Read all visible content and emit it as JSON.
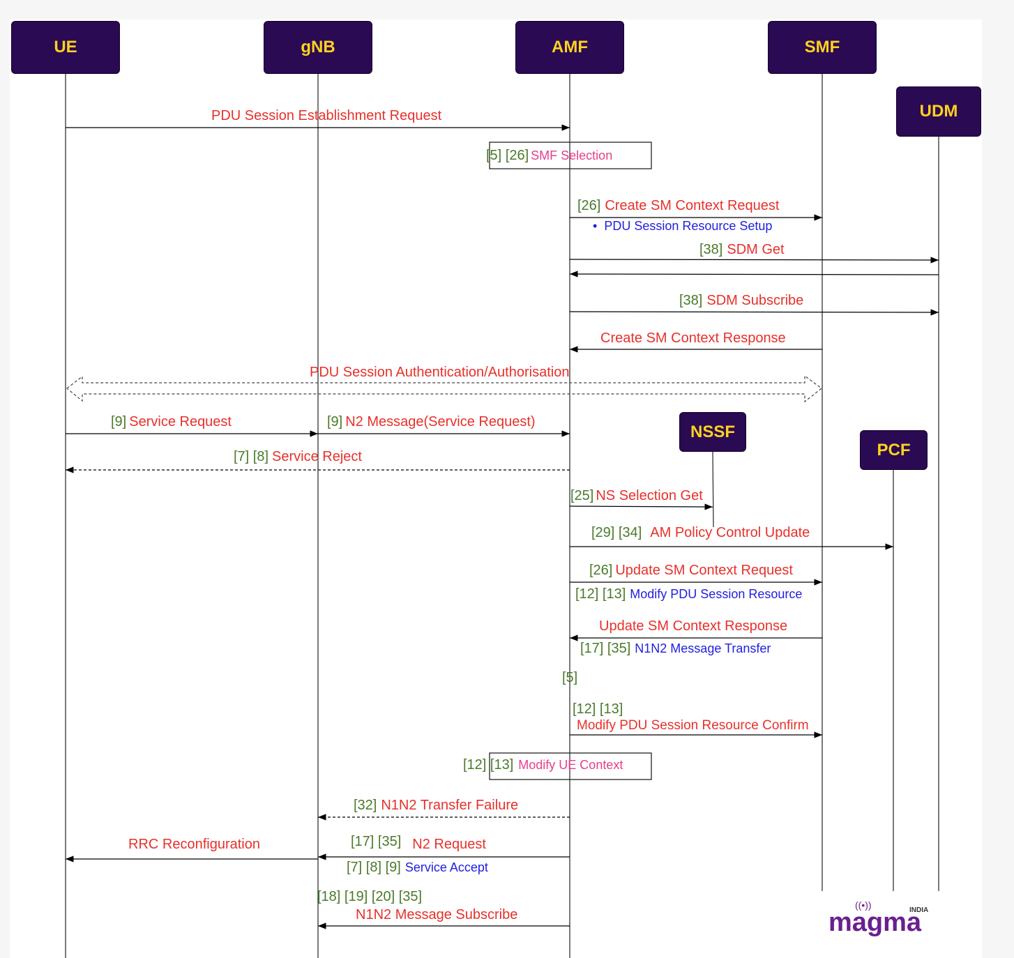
{
  "entities": {
    "ue": "UE",
    "gnb": "gNB",
    "amf": "AMF",
    "smf": "SMF",
    "udm": "UDM",
    "nssf": "NSSF",
    "pcf": "PCF"
  },
  "messages": {
    "pdu_est_req": "PDU Session Establishment Request",
    "smf_sel_nums": "[5] [26]",
    "smf_sel": "SMF Selection",
    "create_sm_nums": "[26]",
    "create_sm": "Create SM Context Request",
    "pdu_res_setup": "PDU Session Resource Setup",
    "sdm_get_nums": "[38]",
    "sdm_get": "SDM Get",
    "sdm_sub_nums": "[38]",
    "sdm_sub": "SDM Subscribe",
    "create_sm_resp": "Create SM Context Response",
    "pdu_auth": "PDU Session Authentication/Authorisation",
    "svc_req_nums": "[9]",
    "svc_req": "Service Request",
    "n2_msg_nums": "[9]",
    "n2_msg": "N2 Message(Service Request)",
    "svc_rej_nums": "[7] [8]",
    "svc_rej": "Service Reject",
    "ns_sel_nums": "[25]",
    "ns_sel": "NS Selection Get",
    "am_policy_nums": "[29] [34]",
    "am_policy": "AM Policy Control Update",
    "upd_sm_nums": "[26]",
    "upd_sm": "Update SM Context Request",
    "mod_pdu_nums": "[12] [13]",
    "mod_pdu": "Modify PDU Session Resource",
    "upd_sm_resp": "Update SM Context Response",
    "n1n2_nums": "[17] [35]",
    "n1n2": "N1N2 Message Transfer",
    "ref5": "[5]",
    "mod_confirm_nums": "[12] [13]",
    "mod_confirm": "Modify PDU Session Resource Confirm",
    "mod_ue_nums": "[12] [13]",
    "mod_ue": "Modify UE Context",
    "n1n2_fail_nums": "[32]",
    "n1n2_fail": "N1N2 Transfer Failure",
    "rrc": "RRC Reconfiguration",
    "n2_req_nums": "[17] [35]",
    "n2_req": "N2 Request",
    "svc_acc_nums": "[7] [8] [9]",
    "svc_acc": "Service Accept",
    "n1n2_sub_nums": "[18] [19] [20] [35]",
    "n1n2_sub": "N1N2 Message Subscribe"
  },
  "logo": {
    "text": "magma",
    "tag": "INDIA"
  },
  "colors": {
    "entity_bg": "#2a0a52",
    "entity_text": "#ffd21e",
    "message_red": "#e8302a",
    "ref_green": "#4a7a2a",
    "detail_blue": "#2020e0",
    "action_pink": "#e83e8c"
  }
}
